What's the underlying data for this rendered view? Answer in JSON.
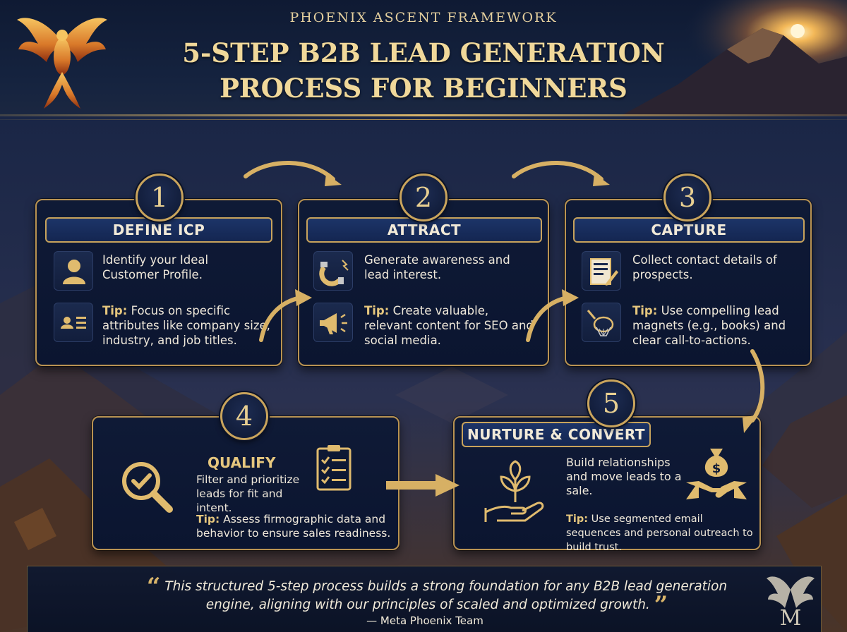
{
  "header": {
    "framework": "PHOENIX ASCENT FRAMEWORK",
    "title_line1": "5-STEP B2B LEAD GENERATION",
    "title_line2": "PROCESS FOR BEGINNERS"
  },
  "steps": [
    {
      "number": "1",
      "title": "DEFINE ICP",
      "description": "Identify your Ideal Customer Profile.",
      "tip_label": "Tip:",
      "tip": " Focus on specific attributes like company size, industry, and job titles.",
      "icon": "user-icon",
      "tip_icon": "profile-list-icon"
    },
    {
      "number": "2",
      "title": "ATTRACT",
      "description": "Generate awareness and lead interest.",
      "tip_label": "Tip:",
      "tip": " Create valuable, relevant content for SEO and social media.",
      "icon": "magnet-icon",
      "tip_icon": "megaphone-icon"
    },
    {
      "number": "3",
      "title": "CAPTURE",
      "description": "Collect contact details of prospects.",
      "tip_label": "Tip:",
      "tip": " Use compelling lead magnets (e.g., books) and clear call-to-actions.",
      "icon": "form-icon",
      "tip_icon": "net-icon"
    },
    {
      "number": "4",
      "title": "QUALIFY",
      "description": "Filter and prioritize leads for fit and intent.",
      "tip_label": "Tip:",
      "tip": " Assess firmographic data and behavior to ensure sales readiness.",
      "icon": "magnifier-check-icon",
      "tip_icon": "clipboard-checklist-icon"
    },
    {
      "number": "5",
      "title": "NURTURE & CONVERT",
      "description": "Build relationships and move leads to a sale.",
      "tip_label": "Tip:",
      "tip": " Use segmented email sequences and personal outreach to build trust.",
      "icon": "plant-hand-icon",
      "tip_icon": "moneybag-handshake-icon"
    }
  ],
  "quote": {
    "text": "This structured 5-step process builds a strong foundation for any B2B lead generation engine, aligning with our principles of scaled and optimized growth.",
    "author": "— Meta Phoenix Team"
  },
  "colors": {
    "gold": "#c9a45c",
    "navy": "#0f1a36",
    "banner": "#1c3468"
  }
}
